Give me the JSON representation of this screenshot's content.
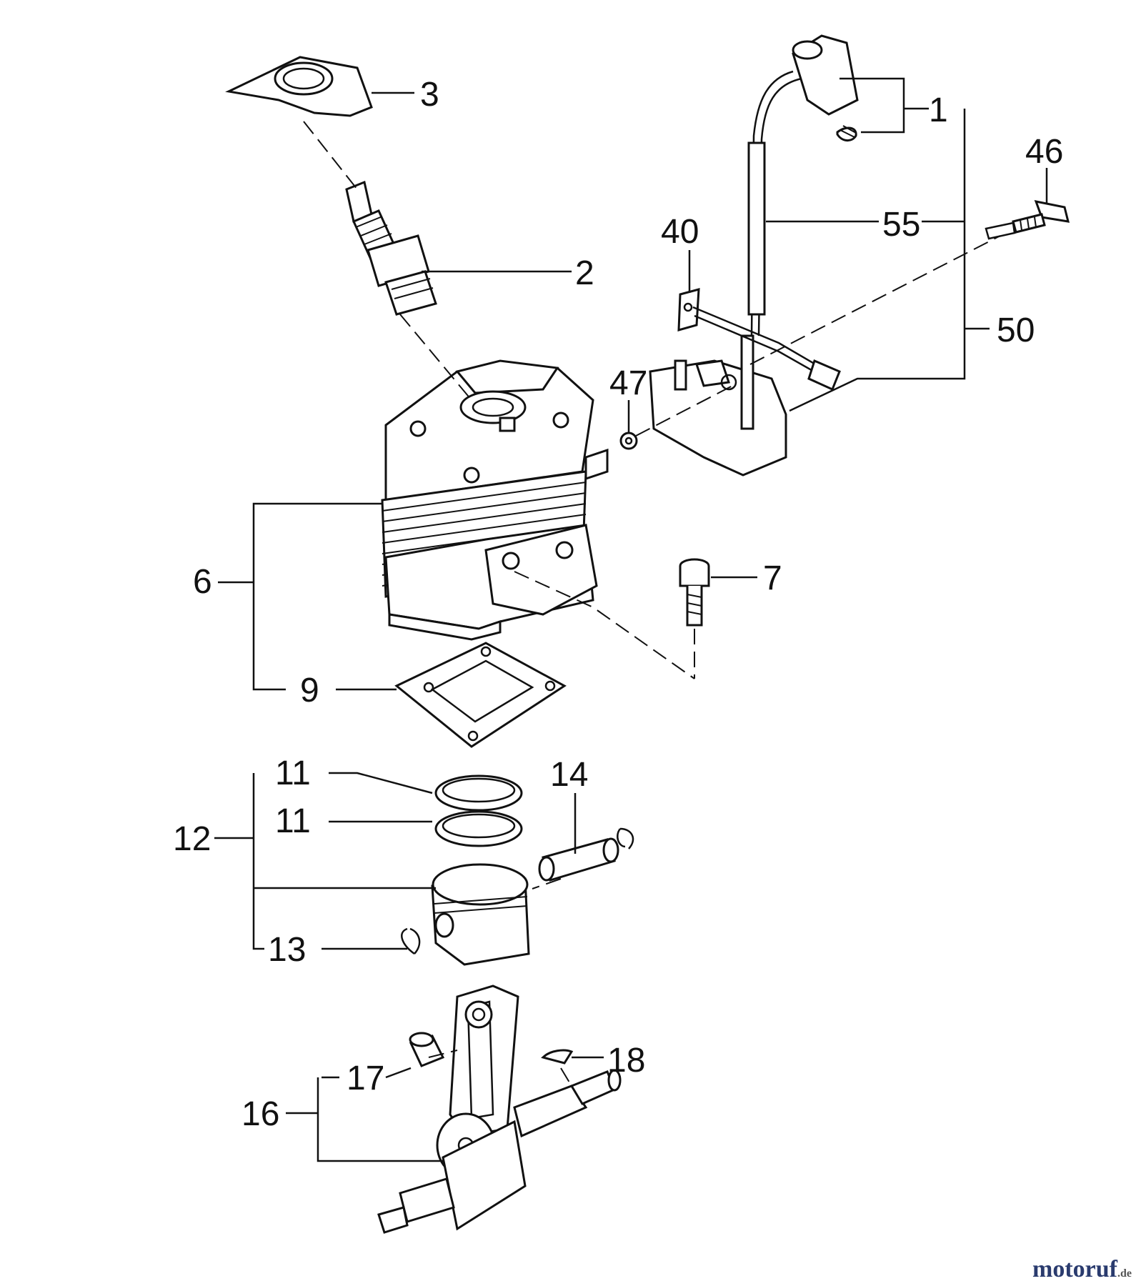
{
  "callouts": {
    "c1": "1",
    "c2": "2",
    "c3": "3",
    "c6": "6",
    "c7": "7",
    "c9": "9",
    "c11a": "11",
    "c11b": "11",
    "c12": "12",
    "c13": "13",
    "c14": "14",
    "c16": "16",
    "c17": "17",
    "c18": "18",
    "c40": "40",
    "c46": "46",
    "c47": "47",
    "c50": "50",
    "c55": "55"
  },
  "watermark": {
    "brand": "motoruf",
    "suffix": ".de"
  }
}
